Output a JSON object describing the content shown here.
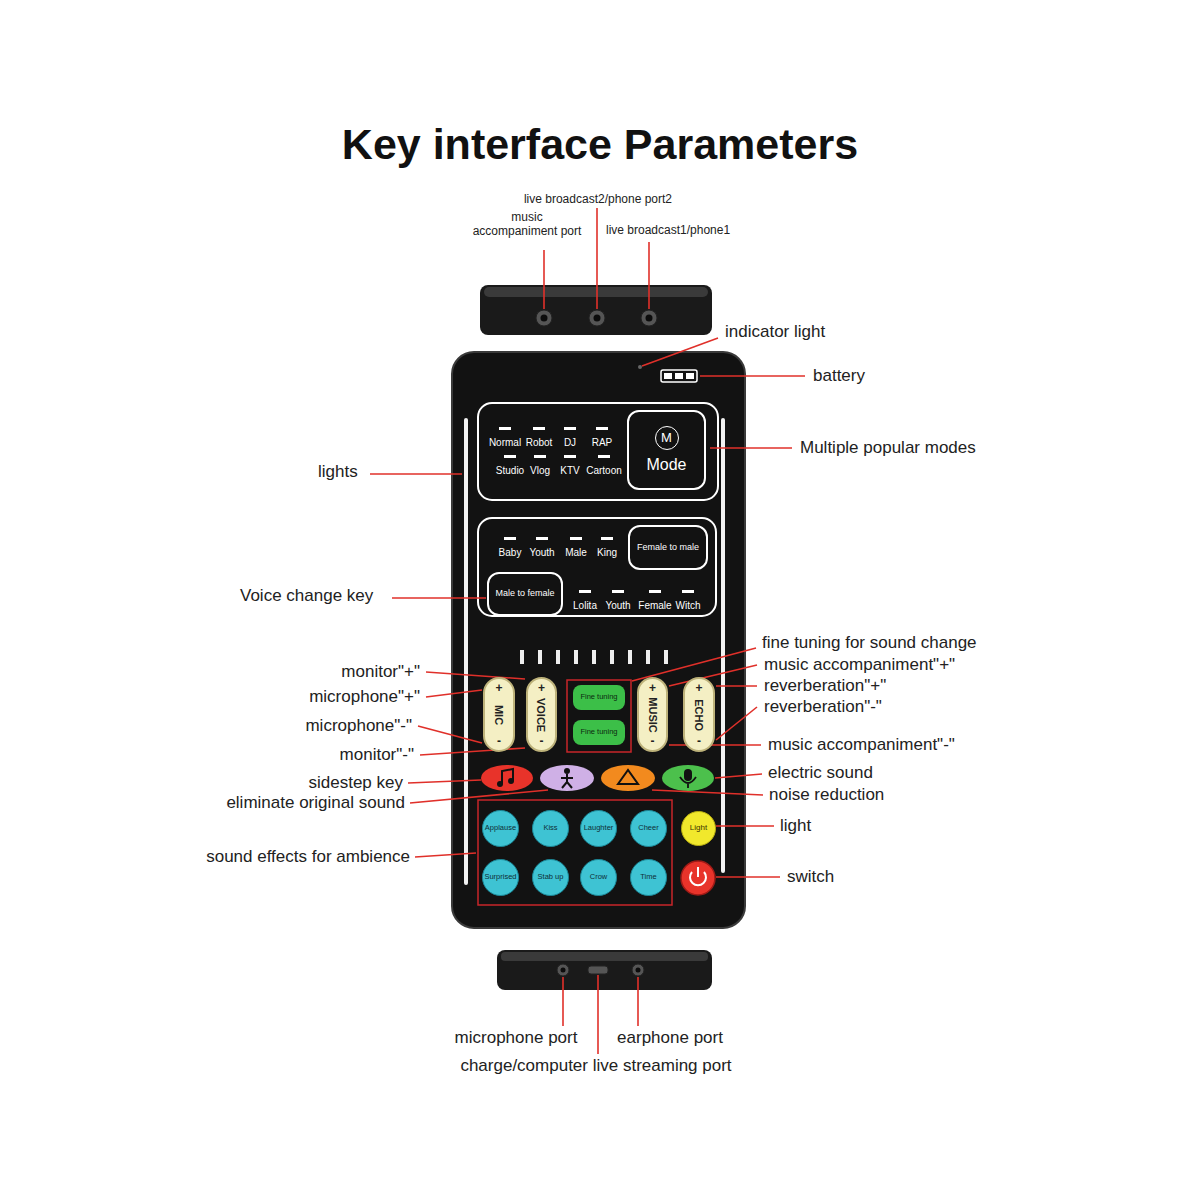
{
  "diagram": {
    "title": "Key interface Parameters",
    "nodes": [
      {
        "text": [
          "M",
          "Mode"
        ]
      },
      {
        "text": [
          "Female to male"
        ]
      },
      {
        "text": [
          "Male to female"
        ]
      },
      {
        "text": [
          "+",
          "MIC",
          "-"
        ]
      },
      {
        "text": [
          "+",
          "VOICE",
          "-"
        ]
      },
      {
        "text": [
          "Fine tuning"
        ]
      },
      {
        "text": [
          "Fine tuning"
        ]
      },
      {
        "text": [
          "+",
          "MUSIC",
          "-"
        ]
      },
      {
        "text": [
          "+",
          "ECHO",
          "-"
        ]
      },
      {
        "text": [
          "Applause"
        ]
      },
      {
        "text": [
          "Kiss"
        ]
      },
      {
        "text": [
          "Laughter"
        ]
      },
      {
        "text": [
          "Cheer"
        ]
      },
      {
        "text": [
          "Light"
        ]
      },
      {
        "text": [
          "Surprised"
        ]
      },
      {
        "text": [
          "Stab up"
        ]
      },
      {
        "text": [
          "Crow"
        ]
      },
      {
        "text": [
          "Time"
        ]
      }
    ],
    "labels": [
      "live broadcast2/phone port2",
      "music accompaniment port",
      "live broadcast1/phone1",
      "indicator light",
      "battery",
      "lights",
      "Multiple popular modes",
      "Voice change key",
      "fine tuning for sound change",
      "music accompaniment\"+\"",
      "reverberation\"+\"",
      "reverberation\"-\"",
      "monitor\"+\"",
      "microphone\"+\"",
      "microphone\"-\"",
      "monitor\"-\"",
      "music accompaniment\"-\"",
      "sidestep key",
      "eliminate original sound",
      "electric sound",
      "noise reduction",
      "sound effects for ambience",
      "light",
      "switch",
      "microphone port",
      "earphone port",
      "charge/computer live streaming port",
      "Normal",
      "Robot",
      "DJ",
      "RAP",
      "Studio",
      "Vlog",
      "KTV",
      "Cartoon",
      "Baby",
      "Youth",
      "Male",
      "King",
      "Lolita",
      "Youth",
      "Female",
      "Witch"
    ]
  }
}
